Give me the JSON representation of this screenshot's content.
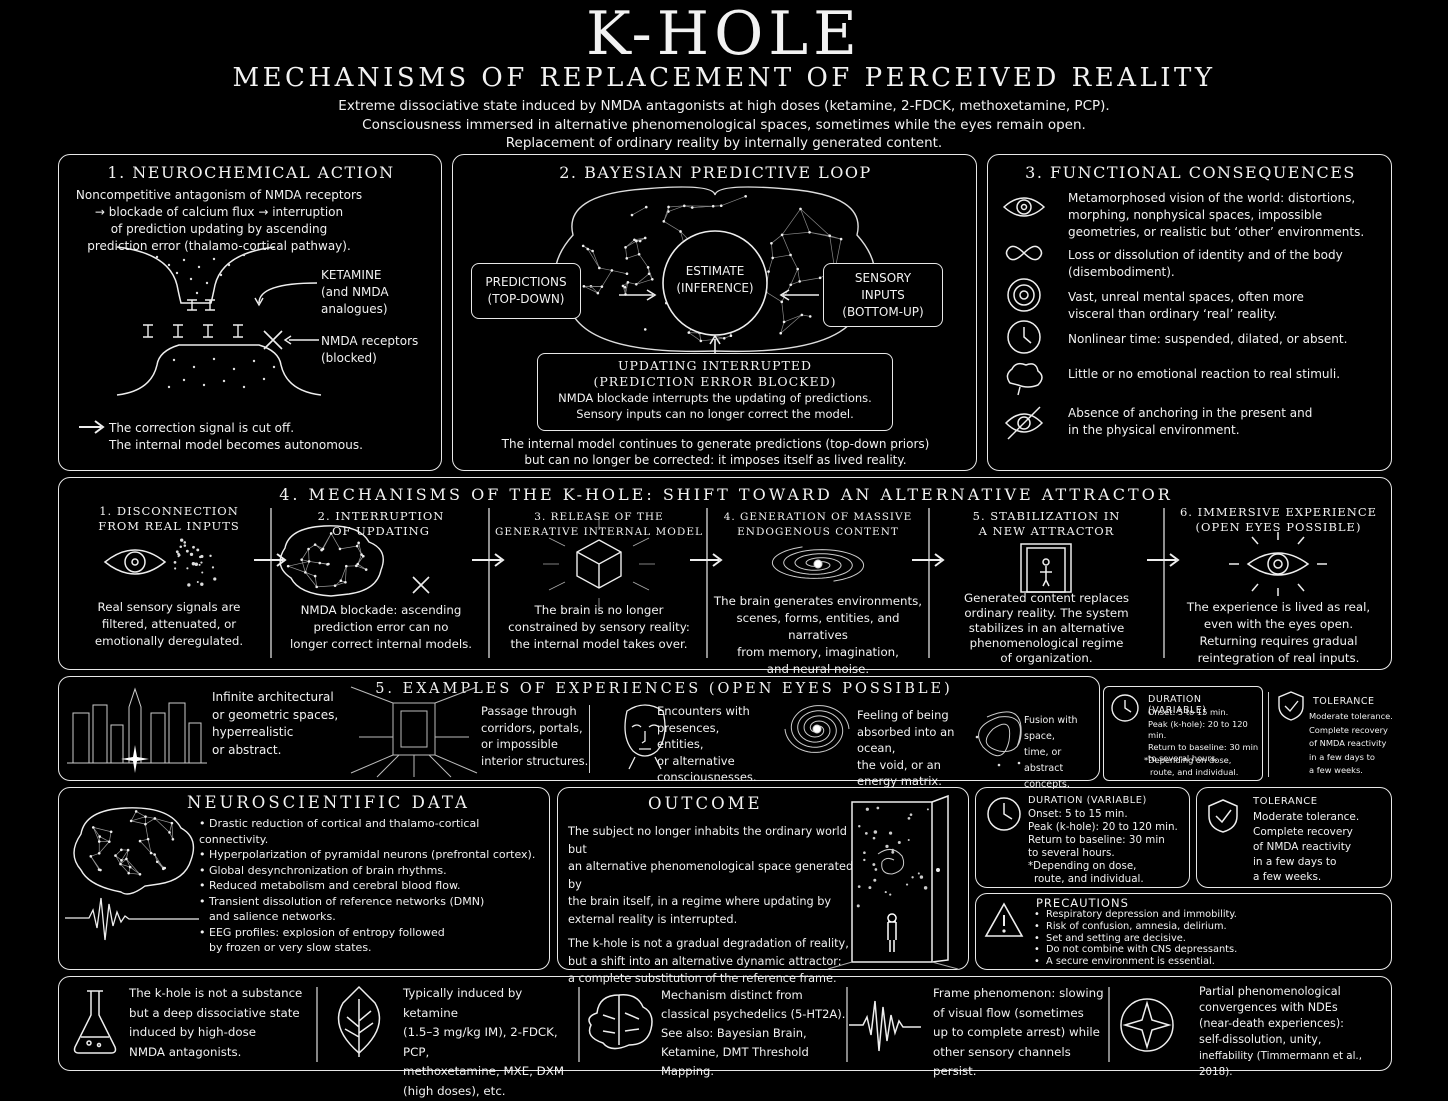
{
  "header": {
    "title": "K-HOLE",
    "subtitle": "MECHANISMS OF REPLACEMENT OF PERCEIVED REALITY",
    "intro": [
      "Extreme dissociative state induced by NMDA antagonists at high doses (ketamine, 2-FDCK, methoxetamine, PCP).",
      "Consciousness immersed in alternative phenomenological spaces, sometimes while the eyes remain open.",
      "Replacement of ordinary reality by internally generated content."
    ]
  },
  "panel1": {
    "title": "1. NEUROCHEMICAL ACTION",
    "text": [
      "Noncompetitive antagonism of NMDA receptors",
      "→ blockade of calcium flux → interruption",
      "of prediction updating by ascending",
      "prediction error (thalamo-cortical pathway)."
    ],
    "ketamine": [
      "KETAMINE",
      "(and NMDA",
      "analogues)"
    ],
    "receptors": [
      "NMDA receptors",
      "(blocked)"
    ],
    "footer": [
      "The correction signal is cut off.",
      "The internal model becomes autonomous."
    ]
  },
  "panel2": {
    "title": "2. BAYESIAN PREDICTIVE LOOP",
    "predictions": [
      "PREDICTIONS",
      "(TOP-DOWN)"
    ],
    "estimate": [
      "ESTIMATE",
      "(INFERENCE)"
    ],
    "sensory": [
      "SENSORY",
      "INPUTS",
      "(BOTTOM-UP)"
    ],
    "updating_title": [
      "UPDATING INTERRUPTED",
      "(PREDICTION ERROR BLOCKED)"
    ],
    "updating_text": [
      "NMDA blockade interrupts the updating of predictions.",
      "Sensory inputs can no longer correct the model."
    ],
    "footer": [
      "The internal model continues to generate predictions (top-down priors)",
      "but can no longer be corrected: it imposes itself as lived reality."
    ]
  },
  "panel3": {
    "title": "3. FUNCTIONAL CONSEQUENCES",
    "items": [
      {
        "icon": "eye-icon",
        "lines": [
          "Metamorphosed vision of the world: distortions,",
          "morphing, nonphysical spaces, impossible",
          "geometries, or realistic but ‘other’ environments."
        ]
      },
      {
        "icon": "infinity-icon",
        "lines": [
          "Loss or dissolution of identity and of the body",
          "(disembodiment)."
        ]
      },
      {
        "icon": "concentric-circles-icon",
        "lines": [
          "Vast, unreal mental spaces, often more",
          "visceral than ordinary ‘real’ reality."
        ]
      },
      {
        "icon": "clock-icon",
        "lines": [
          "Nonlinear time: suspended, dilated, or absent."
        ]
      },
      {
        "icon": "cloud-icon",
        "lines": [
          "Little or no emotional reaction to real stimuli."
        ]
      },
      {
        "icon": "eye-slash-icon",
        "lines": [
          "Absence of anchoring in the present and",
          "in the physical environment."
        ]
      }
    ]
  },
  "panel4": {
    "title": "4. MECHANISMS OF THE K-HOLE: SHIFT TOWARD AN ALTERNATIVE ATTRACTOR",
    "steps": [
      {
        "title": [
          "1. DISCONNECTION",
          "FROM REAL INPUTS"
        ],
        "text": [
          "Real sensory signals are",
          "filtered, attenuated, or",
          "emotionally deregulated."
        ]
      },
      {
        "title": [
          "2. INTERRUPTION",
          "OF UPDATING"
        ],
        "text": [
          "NMDA blockade: ascending",
          "prediction error can no",
          "longer correct internal models."
        ]
      },
      {
        "title": [
          "3. RELEASE OF THE",
          "GENERATIVE INTERNAL MODEL"
        ],
        "text": [
          "The brain is no longer",
          "constrained by sensory reality:",
          "the internal model takes over."
        ]
      },
      {
        "title": [
          "4. GENERATION OF MASSIVE",
          "ENDOGENOUS CONTENT"
        ],
        "text": [
          "The brain generates environments,",
          "scenes, forms, entities, and narratives",
          "from memory, imagination,",
          "and neural noise."
        ]
      },
      {
        "title": [
          "5. STABILIZATION IN",
          "A NEW ATTRACTOR"
        ],
        "text": [
          "Generated content replaces",
          "ordinary reality. The system",
          "stabilizes in an alternative",
          "phenomenological regime",
          "of organization."
        ]
      },
      {
        "title": [
          "6. IMMERSIVE EXPERIENCE",
          "(OPEN EYES POSSIBLE)"
        ],
        "text": [
          "The experience is lived as real,",
          "even with the eyes open.",
          "Returning requires gradual",
          "reintegration of real inputs."
        ]
      }
    ]
  },
  "panel5": {
    "title": "5. EXAMPLES OF EXPERIENCES (OPEN EYES POSSIBLE)",
    "items": [
      [
        "Infinite architectural",
        "or geometric spaces,",
        "hyperrealistic",
        "or abstract."
      ],
      [
        "Passage through",
        "corridors, portals,",
        "or impossible",
        "interior structures."
      ],
      [
        "Encounters with",
        "presences, entities,",
        "or alternative",
        "consciousnesses."
      ],
      [
        "Feeling of being",
        "absorbed into an ocean,",
        "the void, or an",
        "energy matrix."
      ],
      [
        "Fusion with space,",
        "time, or abstract",
        "concepts."
      ]
    ],
    "duration": {
      "title": "DURATION (VARIABLE)",
      "lines": [
        "Onset: 5 to 15 min.",
        "Peak (k-hole): 20 to 120 min.",
        "Return to baseline: 30 min",
        "to several hours.",
        "*Depending on dose,",
        "route, and individual."
      ]
    },
    "tolerance": {
      "title": "TOLERANCE",
      "lines": [
        "Moderate tolerance.",
        "Complete recovery",
        "of NMDA reactivity",
        "in a few days to",
        "a few weeks."
      ]
    }
  },
  "neuro": {
    "title": "NEUROSCIENTIFIC DATA",
    "items": [
      [
        "Drastic reduction of cortical and thalamo-cortical connectivity."
      ],
      [
        "Hyperpolarization of pyramidal neurons (prefrontal cortex)."
      ],
      [
        "Global desynchronization of brain rhythms."
      ],
      [
        "Reduced metabolism and cerebral blood flow."
      ],
      [
        "Transient dissolution of reference networks (DMN)",
        "and salience networks."
      ],
      [
        "EEG profiles: explosion of entropy followed",
        "by frozen or very slow states."
      ]
    ]
  },
  "outcome": {
    "title": "OUTCOME",
    "p1": [
      "The subject no longer inhabits the ordinary world but",
      "an alternative phenomenological space generated by",
      "the brain itself, in a regime where updating by",
      "external reality is interrupted."
    ],
    "p2": [
      "The k-hole is not a gradual degradation of reality,",
      "but a shift into an alternative dynamic attractor:",
      "a complete substitution of the reference frame."
    ]
  },
  "duration": {
    "title": "DURATION (VARIABLE)",
    "lines": [
      "Onset: 5 to 15 min.",
      "Peak (k-hole): 20 to 120 min.",
      "Return to baseline: 30 min",
      "to several hours.",
      "*Depending on dose,",
      "route, and individual."
    ]
  },
  "tolerance": {
    "title": "TOLERANCE",
    "lines": [
      "Moderate tolerance.",
      "Complete recovery",
      "of NMDA reactivity",
      "in a few days to",
      "a few weeks."
    ]
  },
  "precautions": {
    "title": "PRECAUTIONS",
    "items": [
      "Respiratory depression and immobility.",
      "Risk of confusion, amnesia, delirium.",
      "Set and setting are decisive.",
      "Do not combine with CNS depressants.",
      "A secure environment is essential."
    ]
  },
  "footer": {
    "items": [
      {
        "icon": "flask-icon",
        "lines": [
          "The k-hole is not a substance",
          "but a deep dissociative state",
          "induced by high-dose",
          "NMDA antagonists."
        ]
      },
      {
        "icon": "leaf-icon",
        "lines": [
          "Typically induced by ketamine",
          "(1.5–3 mg/kg IM), 2-FDCK, PCP,",
          "methoxetamine, MXE, DXM",
          "(high doses), etc."
        ]
      },
      {
        "icon": "brain-icon",
        "lines": [
          "Mechanism distinct from",
          "classical psychedelics (5-HT2A).",
          "See also: Bayesian Brain,",
          "Ketamine, DMT Threshold Mapping."
        ]
      },
      {
        "icon": "waveform-icon",
        "lines": [
          "Frame phenomenon: slowing",
          "of visual flow (sometimes",
          "up to complete arrest) while",
          "other sensory channels persist."
        ]
      },
      {
        "icon": "star-compass-icon",
        "lines": [
          "Partial phenomenological",
          "convergences with NDEs",
          "(near-death experiences):",
          "self-dissolution, unity,",
          "ineffability (Timmermann et al., 2018)."
        ]
      }
    ]
  }
}
